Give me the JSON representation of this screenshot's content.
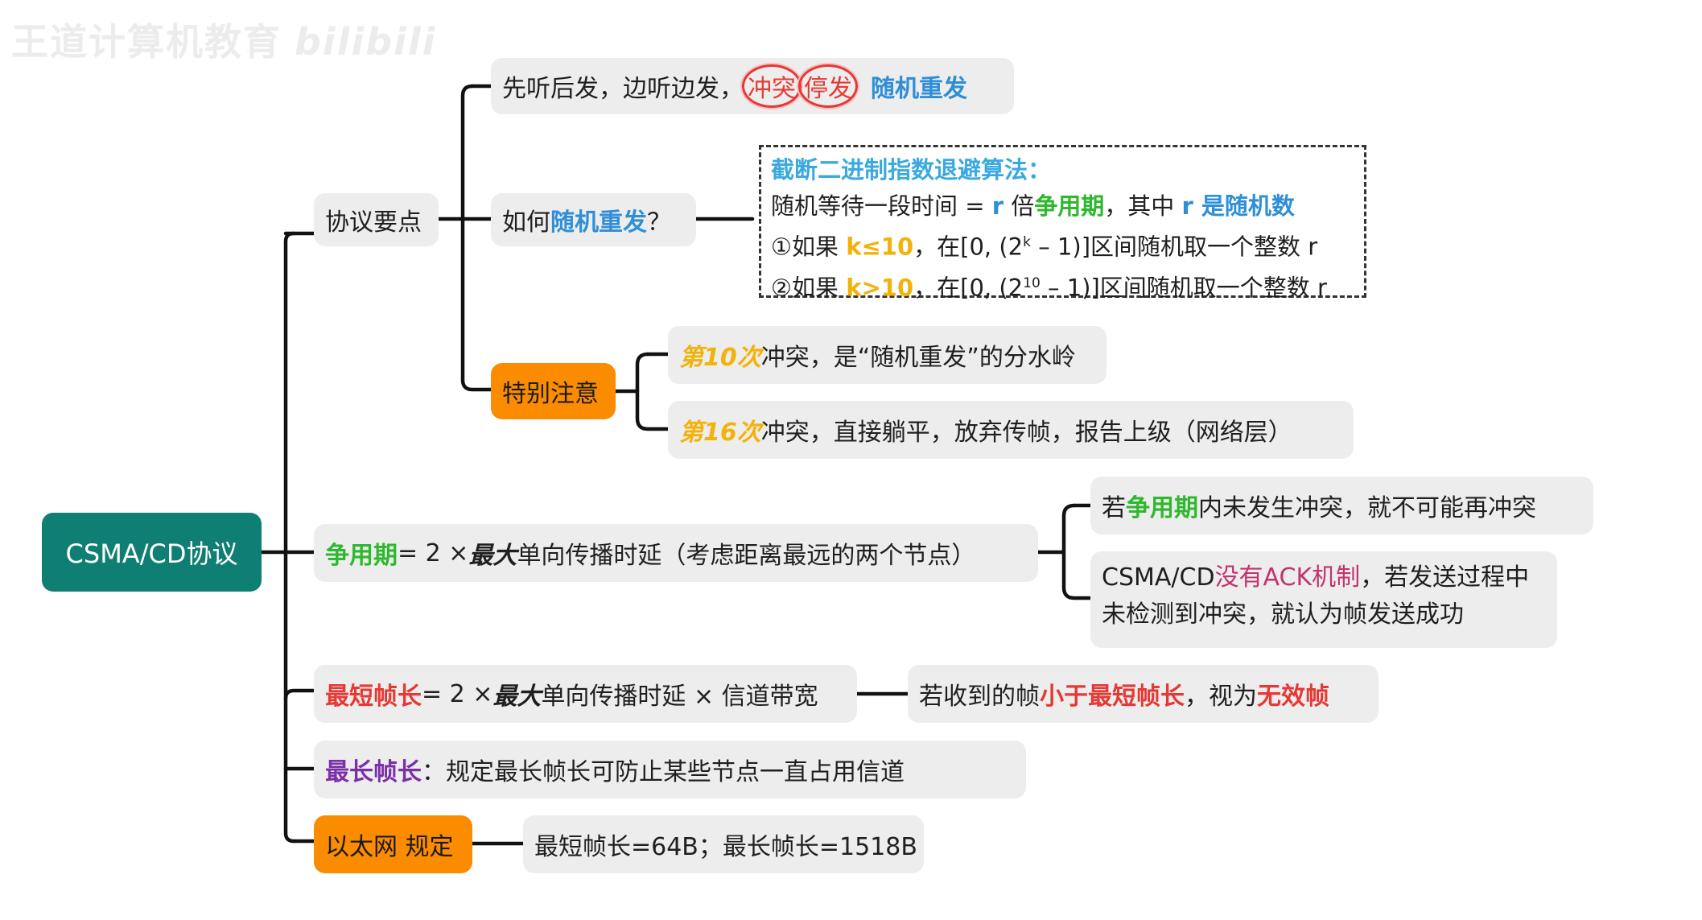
{
  "watermark": {
    "text": "王道计算机教育",
    "brand": "bilibili"
  },
  "root": {
    "label": "CSMA/CD协议"
  },
  "n_protocol": {
    "label": "协议要点"
  },
  "n_listen": {
    "prefix": "先听后发，边听边发，",
    "c1": "冲突",
    "c2": "停发",
    "suffix": "随机重发"
  },
  "n_how": {
    "prefix": "如何",
    "highlight": "随机重发",
    "suffix": "？"
  },
  "algo": {
    "title": "截断二进制指数退避算法：",
    "l2a": "随机等待一段时间 = ",
    "l2r": "r",
    "l2b": " 倍",
    "l2c": "争用期",
    "l2d": "，其中 ",
    "l2e": "r 是随机数",
    "l3a": "①如果 ",
    "l3b": "k≤10",
    "l3c": "，在[0, (2",
    "l3sup": "k",
    "l3d": " – 1)]区间随机取一个整数 r",
    "l4a": "②如果 ",
    "l4b": "k>10",
    "l4c": "，在[0, (2",
    "l4sup": "10",
    "l4d": " – 1)]区间随机取一个整数 r"
  },
  "n_special": {
    "label": "特别注意"
  },
  "n_10": {
    "prefix": "第10次",
    "suffix": "冲突，是“随机重发”的分水岭"
  },
  "n_16": {
    "prefix": "第16次",
    "suffix": "冲突，直接躺平，放弃传帧，报告上级（网络层）"
  },
  "n_contention": {
    "a": "争用期",
    "b": " = 2 × ",
    "c": "最大",
    "d": "单向传播时延（考虑距离最远的两个节点）"
  },
  "n_nocollide": {
    "a": "若",
    "b": "争用期",
    "c": "内未发生冲突，就不可能再冲突"
  },
  "n_ack": {
    "a": "CSMA/CD",
    "b": "没有ACK机制",
    "c": "，若发送过程中未检测到冲突，就认为帧发送成功"
  },
  "n_minframe": {
    "a": "最短帧长",
    "b": " = 2 × ",
    "c": "最大",
    "d": "单向传播时延 × 信道带宽"
  },
  "n_invalid": {
    "a": "若收到的帧",
    "b": "小于最短帧长",
    "c": "，视为",
    "d": "无效帧"
  },
  "n_maxframe": {
    "a": "最长帧长",
    "b": "：规定最长帧长可防止某些节点一直占用信道"
  },
  "n_ethernet": {
    "label": "以太网 规定"
  },
  "n_ethvals": {
    "label": "最短帧长=64B；最长帧长=1518B"
  },
  "colors": {
    "root": "#0f7f73",
    "orange": "#fb8c00",
    "green": "#2eb82e",
    "blue": "#2f8fd6",
    "red": "#e53935",
    "purple": "#7b2fa8",
    "yellow": "#f3b20a",
    "pink": "#c2336f"
  }
}
